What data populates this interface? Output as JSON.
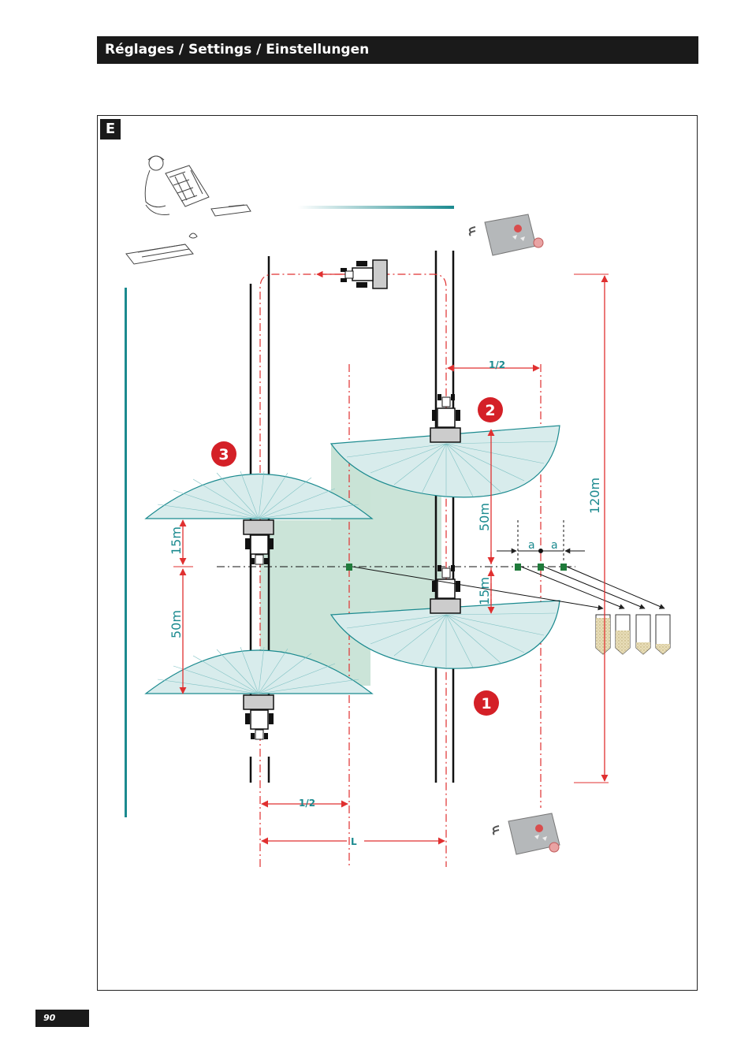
{
  "header": {
    "title": "Réglages / Settings / Einstellungen"
  },
  "section": {
    "letter": "E"
  },
  "page": {
    "number": "90"
  },
  "diagram": {
    "markers": [
      "1",
      "2",
      "3"
    ],
    "distances": {
      "left_upper": "15m",
      "left_lower": "50m",
      "right_upper": "50m",
      "right_lower": "15m",
      "total": "120m",
      "half_top": "1/2",
      "half_bottom": "1/2",
      "width": "L",
      "spacing_a1": "a",
      "spacing_a2": "a"
    },
    "colors": {
      "accent": "#1b8a8f",
      "dimension": "#e03030",
      "marker": "#d42027",
      "spread_fill": "#c8e3d6",
      "tray_green": "#1f7a3a"
    }
  }
}
